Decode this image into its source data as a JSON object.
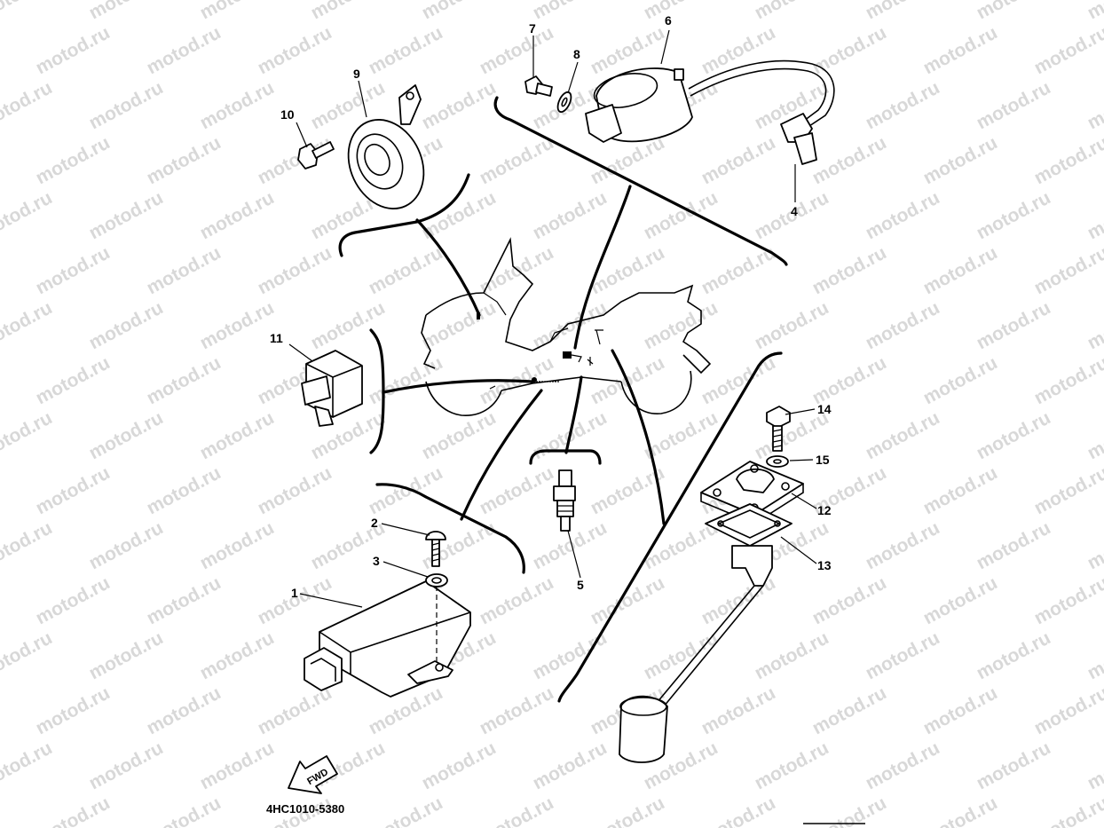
{
  "watermark": "motod.ru",
  "diagram_code": "4HC1010-5380",
  "fwd_label": "FWD",
  "callouts": [
    {
      "id": "1",
      "text": "1"
    },
    {
      "id": "2",
      "text": "2"
    },
    {
      "id": "3",
      "text": "3"
    },
    {
      "id": "4",
      "text": "4"
    },
    {
      "id": "5",
      "text": "5"
    },
    {
      "id": "6",
      "text": "6"
    },
    {
      "id": "7",
      "text": "7"
    },
    {
      "id": "8",
      "text": "8"
    },
    {
      "id": "9",
      "text": "9"
    },
    {
      "id": "10",
      "text": "10"
    },
    {
      "id": "11",
      "text": "11"
    },
    {
      "id": "12",
      "text": "12"
    },
    {
      "id": "13",
      "text": "13"
    },
    {
      "id": "14",
      "text": "14"
    },
    {
      "id": "15",
      "text": "15"
    }
  ]
}
